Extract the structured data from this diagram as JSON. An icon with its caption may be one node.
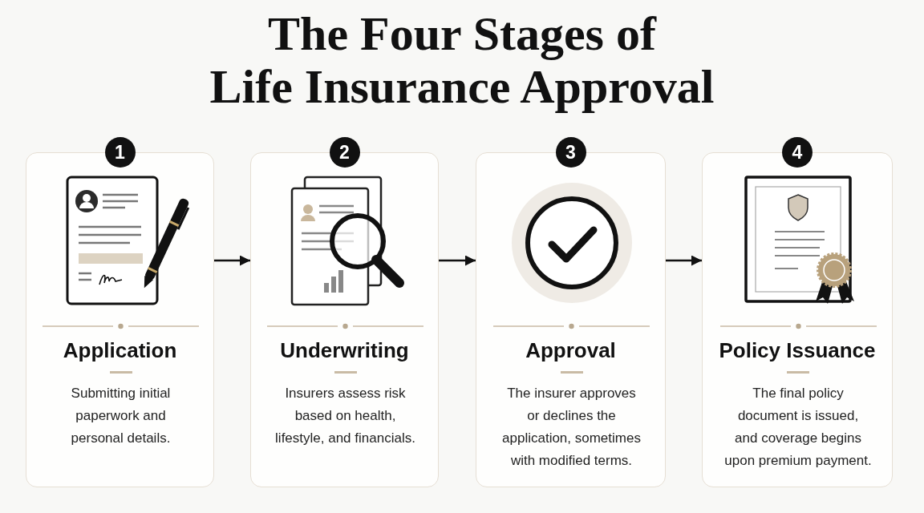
{
  "diagram": {
    "title": "The Four Stages of Life Insurance Approval",
    "nodes": [
      {
        "text": [
          "1",
          "Application",
          "Submitting initial paperwork and personal details."
        ]
      },
      {
        "text": [
          "2",
          "Underwriting",
          "Insurers assess risk based on health, lifestyle, and financials."
        ]
      },
      {
        "text": [
          "3",
          "Approval",
          "The insurer approves or declines the application, sometimes with modified terms."
        ]
      },
      {
        "text": [
          "4",
          "Policy Issuance",
          "The final policy document is issued, and coverage begins upon premium payment."
        ]
      }
    ],
    "edges": [
      {
        "from": 0,
        "to": 1,
        "arrow": "to"
      },
      {
        "from": 1,
        "to": 2,
        "arrow": "to"
      },
      {
        "from": 2,
        "to": 3,
        "arrow": "to"
      }
    ]
  }
}
